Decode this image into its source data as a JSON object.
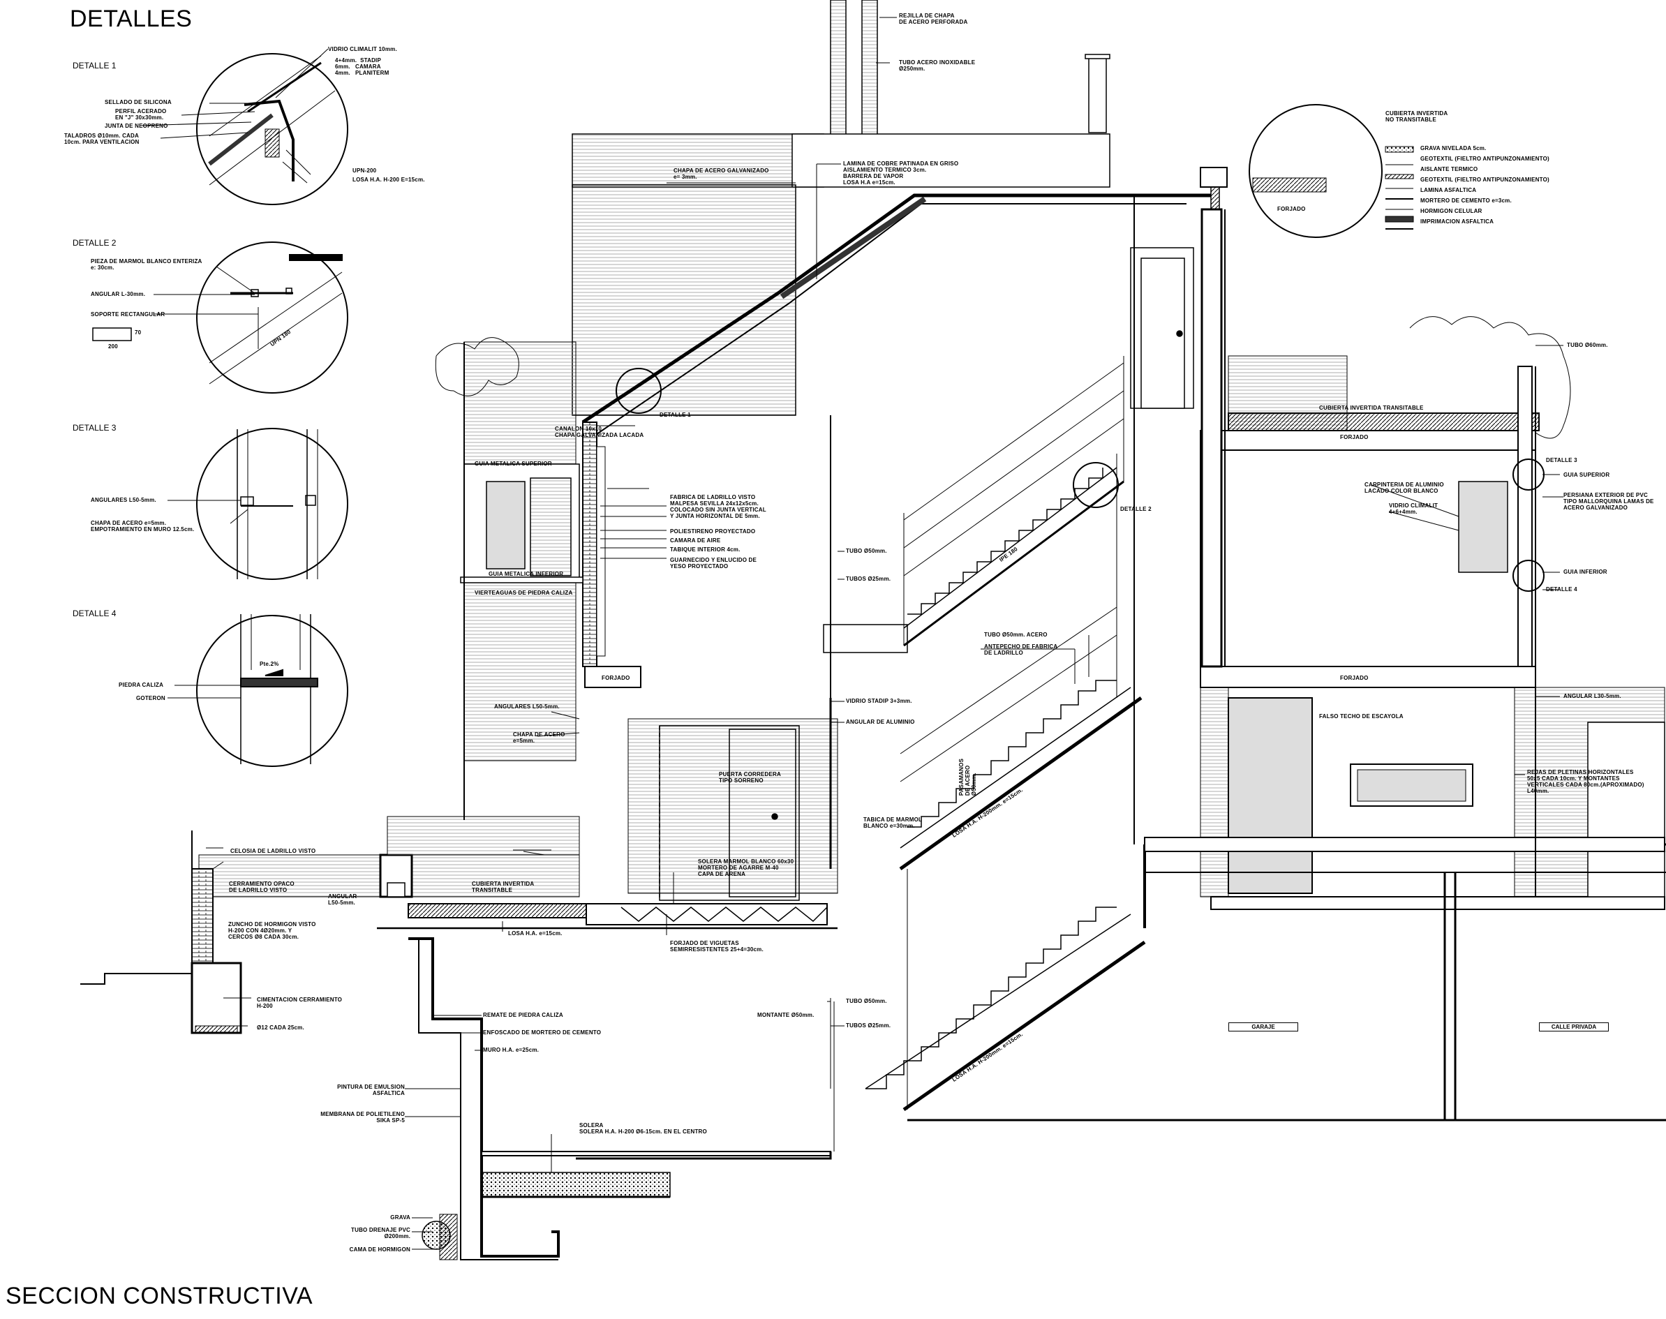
{
  "sheet_title": "DETALLES",
  "section_title": "SECCION CONSTRUCTIVA",
  "details": [
    {
      "label": "DETALLE 1"
    },
    {
      "label": "DETALLE 2"
    },
    {
      "label": "DETALLE 3"
    },
    {
      "label": "DETALLE 4"
    }
  ],
  "detail1_notes": {
    "vidrio": "VIDRIO CLIMALIT 10mm.",
    "vidrio_layers": "4+4mm.  STADIP\n6mm.   CAMARA\n4mm.   PLANITERM",
    "sellado": "SELLADO DE SILICONA",
    "perfil": "PERFIL ACERADO\nEN \"J\" 30x30mm.",
    "junta": "JUNTA DE NEOPRENO",
    "taladros": "TALADROS Ø10mm. CADA\n10cm. PARA VENTILACION",
    "upn": "UPN-200",
    "losa": "LOSA H.A. H-200 E=15cm."
  },
  "detail2_notes": {
    "pieza": "PIEZA DE MARMOL BLANCO ENTERIZA\ne: 30cm.",
    "angular": "ANGULAR L-30mm.",
    "soporte": "SOPORTE RECTANGULAR",
    "dim_a": "70",
    "dim_b": "200",
    "upn": "UPN 180"
  },
  "detail3_notes": {
    "angulares": "ANGULARES L50-5mm.",
    "chapa": "CHAPA DE ACERO e=5mm.\nEMPOTRAMIENTO EN MURO 12.5cm."
  },
  "detail4_notes": {
    "pte": "Pte.2%",
    "piedra": "PIEDRA CALIZA",
    "goteron": "GOTERON"
  },
  "section_notes": {
    "rejilla": "REJILLA DE CHAPA\nDE ACERO PERFORADA",
    "tubo_inox": "TUBO ACERO INOXIDABLE\nØ250mm.",
    "chapa_galv": "CHAPA DE ACERO GALVANIZADO\ne= 3mm.",
    "lamina_cobre": "LAMINA DE COBRE PATINADA EN GRISO\nAISLAMIENTO TERMICO 3cm.\nBARRERA DE VAPOR\nLOSA H.A e=15cm.",
    "canalon": "CANALON 10x10\nCHAPA GALVANIZADA LACADA",
    "detalle1_tag": "DETALLE 1",
    "guia_sup_left": "GUIA METALICA SUPERIOR",
    "guia_inf_left": "GUIA METALICA INFERIOR",
    "vierteaguas": "VIERTEAGUAS DE PIEDRA CALIZA",
    "fabrica": "FABRICA DE LADRILLO VISTO\nMALPESA SEVILLA 24x12x5cm.\nCOLOCADO SIN JUNTA VERTICAL\nY JUNTA HORIZONTAL DE 5mm.",
    "poliestireno": "POLIESTIRENO PROYECTADO",
    "camara": "CAMARA DE AIRE",
    "tabique": "TABIQUE INTERIOR 4cm.",
    "guarnecido": "GUARNECIDO Y ENLUCIDO DE\nYESO PROYECTADO",
    "forjado": "FORJADO",
    "angulares_l50": "ANGULARES L50-5mm.",
    "chapa_acero": "CHAPA DE ACERO\ne=5mm.",
    "tubo50": "TUBO Ø50mm.",
    "tubos25": "TUBOS Ø25mm.",
    "ipe": "IPE 180",
    "detalle2_tag": "DETALLE 2",
    "tubo_acero": "TUBO Ø50mm. ACERO",
    "antepecho": "ANTEPECHO DE FABRICA\nDE LADRILLO",
    "vidrio_stadip": "VIDRIO STADIP 3+3mm.",
    "angular_aluminio": "ANGULAR DE ALUMINIO",
    "puerta": "PUERTA CORREDERA\nTIPO SORRENO",
    "pasamanos": "PASAMANOS\nDE ACERO\nØ50mm.",
    "tabica": "TABICA DE MARMOL\nBLANCO e=30mm.",
    "losa_escalera": "LOSA H.A. H-200mm. e=15cm.",
    "solera_marmol": "SOLERA MARMOL BLANCO 60x30\nMORTERO DE AGARRE M-40\nCAPA DE ARENA",
    "celosia": "CELOSIA DE LADRILLO VISTO",
    "cerramiento": "CERRAMIENTO OPACO\nDE LADRILLO VISTO",
    "angular_l50": "ANGULAR\nL50-5mm.",
    "cubierta_trans": "CUBIERTA INVERTIDA\nTRANSITABLE",
    "zuncho": "ZUNCHO DE HORMIGON VISTO\nH-200 CON 4Ø20mm. Y\nCERCOS Ø8 CADA 30cm.",
    "losa_ha": "LOSA H.A. e=15cm.",
    "forjado_viguetas": "FORJADO DE VIGUETAS\nSEMIRRESISTENTES 25+4=30cm.",
    "cimentacion": "CIMENTACION CERRAMIENTO\nH-200",
    "phi12": "Ø12 CADA 25cm.",
    "remate": "REMATE DE PIEDRA CALIZA",
    "enfoscado": "ENFOSCADO DE MORTERO DE CEMENTO",
    "muro": "MURO H.A. e=25cm.",
    "pintura": "PINTURA DE EMULSION\nASFALTICA",
    "membrana": "MEMBRANA DE POLIETILENO\nSIKA SP-5",
    "solera": "SOLERA\nSOLERA H.A. H-200 Ø6-15cm. EN EL CENTRO",
    "grava": "GRAVA",
    "tubo_drenaje": "TUBO DRENAJE PVC\nØ200mm.",
    "cama": "CAMA DE HORMIGON",
    "montante": "MONTANTE Ø50mm.",
    "tubo50b": "TUBO Ø50mm.",
    "tubos25b": "TUBOS Ø25mm.",
    "losa_escalera2": "LOSA H.A. H-200mm. e=15cm.",
    "garaje": "GARAJE",
    "calle": "CALLE PRIVADA",
    "cubierta_inv": "CUBIERTA INVERTIDA\nNO TRANSITABLE",
    "forjado_tag": "FORJADO",
    "cubierta_inv_trans": "CUBIERTA INVERTIDA TRANSITABLE",
    "tubo60": "TUBO Ø60mm.",
    "detalle3_tag": "DETALLE 3",
    "guia_superior": "GUIA SUPERIOR",
    "persiana": "PERSIANA EXTERIOR DE PVC\nTIPO MALLORQUINA LAMAS DE\nACERO GALVANIZADO",
    "carpinteria": "CARPINTERIA DE ALUMINIO\nLACADO COLOR BLANCO",
    "vidrio_climalit": "VIDRIO CLIMALIT\n4+6+4mm.",
    "guia_inferior": "GUIA INFERIOR",
    "detalle4_tag": "DETALLE 4",
    "angular_l30": "ANGULAR L30-5mm.",
    "falso_techo": "FALSO TECHO DE ESCAYOLA",
    "rejas": "REJAS DE PLETINAS HORIZONTALES\n50x5 CADA 10cm. Y MONTANTES\nVERTICALES CADA 80cm.(APROXIMADO)\nL40mm.",
    "forjado2": "FORJADO",
    "forjado3": "FORJADO"
  },
  "legend": [
    {
      "text": "GRAVA NIVELADA 5cm."
    },
    {
      "text": "GEOTEXTIL (FIELTRO ANTIPUNZONAMIENTO)"
    },
    {
      "text": "AISLANTE TERMICO"
    },
    {
      "text": "GEOTEXTIL (FIELTRO ANTIPUNZONAMIENTO)"
    },
    {
      "text": "LAMINA ASFALTICA"
    },
    {
      "text": "MORTERO DE CEMENTO e=3cm."
    },
    {
      "text": "HORMIGON CELULAR"
    },
    {
      "text": "IMPRIMACION ASFALTICA"
    }
  ]
}
